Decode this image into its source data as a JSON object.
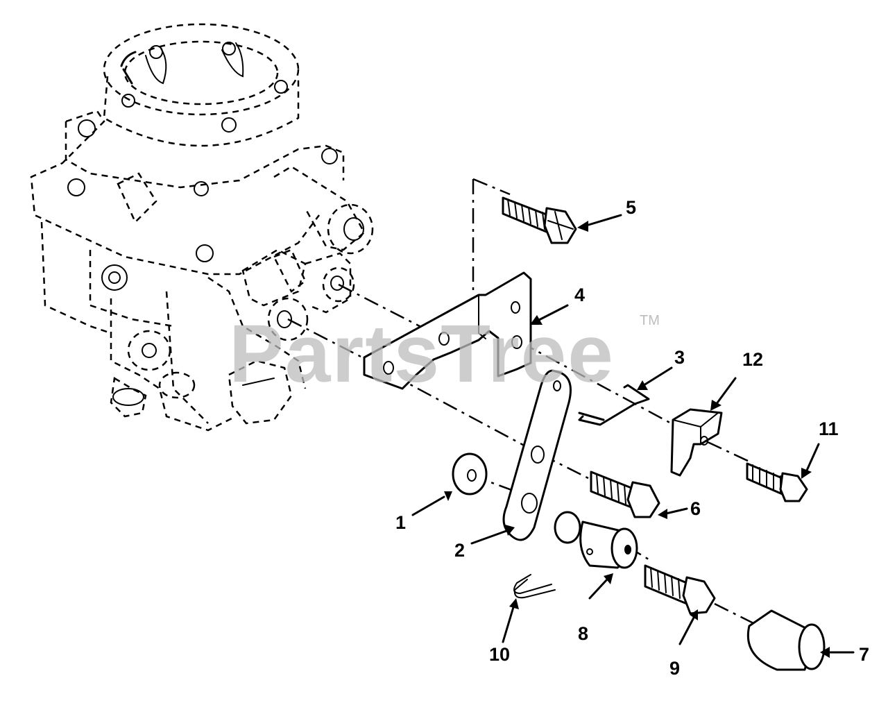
{
  "watermark": {
    "text": "PartsTree",
    "trademark": "TM"
  },
  "callouts": [
    {
      "id": "1",
      "label": "1"
    },
    {
      "id": "2",
      "label": "2"
    },
    {
      "id": "3",
      "label": "3"
    },
    {
      "id": "4",
      "label": "4"
    },
    {
      "id": "5",
      "label": "5"
    },
    {
      "id": "6",
      "label": "6"
    },
    {
      "id": "7",
      "label": "7"
    },
    {
      "id": "8",
      "label": "8"
    },
    {
      "id": "9",
      "label": "9"
    },
    {
      "id": "10",
      "label": "10"
    },
    {
      "id": "11",
      "label": "11"
    },
    {
      "id": "12",
      "label": "12"
    }
  ]
}
